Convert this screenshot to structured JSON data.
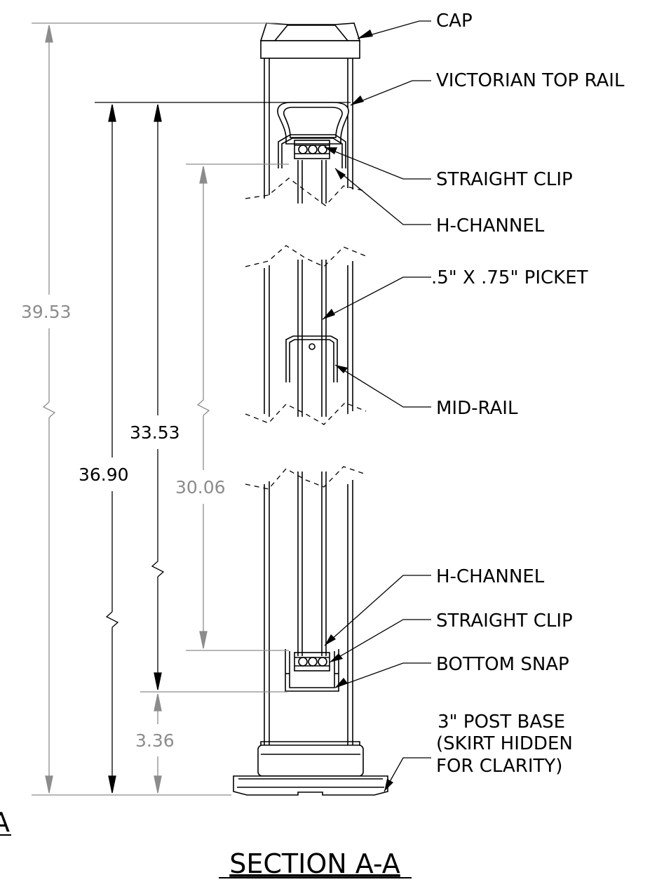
{
  "title": "SECTION A-A",
  "callouts": {
    "cap": "CAP",
    "top_rail": "VICTORIAN TOP RAIL",
    "straight_clip_top": "STRAIGHT CLIP",
    "h_channel_top": "H-CHANNEL",
    "picket": ".5\" X .75\" PICKET",
    "mid_rail": "MID-RAIL",
    "h_channel_bottom": "H-CHANNEL",
    "straight_clip_bottom": "STRAIGHT CLIP",
    "bottom_snap": "BOTTOM SNAP",
    "post_base_line1": "3\" POST BASE",
    "post_base_line2": "(SKIRT HIDDEN",
    "post_base_line3": "FOR CLARITY)"
  },
  "dimensions": {
    "overall": "39.53",
    "top_rail_height": "36.90",
    "top_rail_to_snap": "33.53",
    "picket_span": "30.06",
    "base_to_snap": "3.36"
  },
  "colors": {
    "line": "#000000",
    "dimension_gray": "#8c8c8c"
  },
  "edge_mark": "A"
}
